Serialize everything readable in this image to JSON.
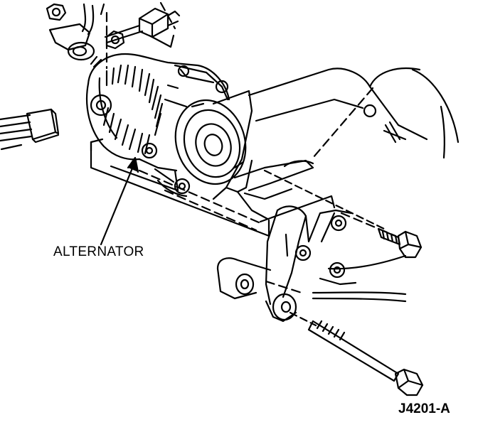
{
  "diagram": {
    "callouts": [
      {
        "id": "alternator",
        "text": "ALTERNATOR"
      }
    ],
    "figure_id": "J4201-A",
    "colors": {
      "ink": "#000000",
      "paper": "#ffffff"
    }
  }
}
